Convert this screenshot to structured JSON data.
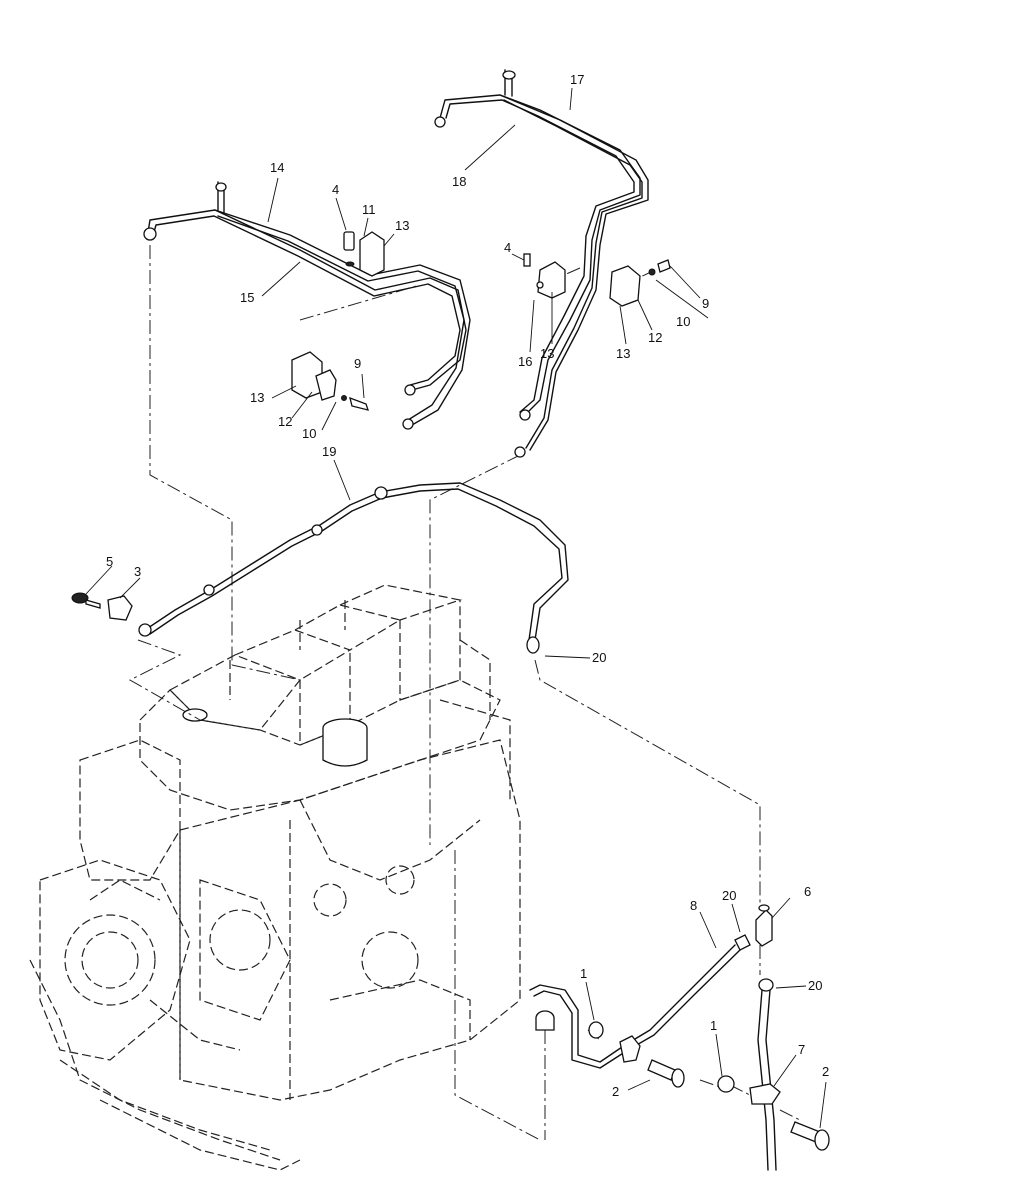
{
  "callouts": [
    {
      "id": "c17",
      "text": "17"
    },
    {
      "id": "c18",
      "text": "18"
    },
    {
      "id": "c14",
      "text": "14"
    },
    {
      "id": "c4a",
      "text": "4"
    },
    {
      "id": "c11",
      "text": "11"
    },
    {
      "id": "c13a",
      "text": "13"
    },
    {
      "id": "c15",
      "text": "15"
    },
    {
      "id": "c4b",
      "text": "4"
    },
    {
      "id": "c9a",
      "text": "9"
    },
    {
      "id": "c10a",
      "text": "10"
    },
    {
      "id": "c12a",
      "text": "12"
    },
    {
      "id": "c13b",
      "text": "13"
    },
    {
      "id": "c16",
      "text": "16"
    },
    {
      "id": "c13c",
      "text": "13"
    },
    {
      "id": "c13d",
      "text": "13"
    },
    {
      "id": "c12b",
      "text": "12"
    },
    {
      "id": "c9b",
      "text": "9"
    },
    {
      "id": "c10b",
      "text": "10"
    },
    {
      "id": "c19",
      "text": "19"
    },
    {
      "id": "c5",
      "text": "5"
    },
    {
      "id": "c3",
      "text": "3"
    },
    {
      "id": "c20a",
      "text": "20"
    },
    {
      "id": "c8",
      "text": "8"
    },
    {
      "id": "c20b",
      "text": "20"
    },
    {
      "id": "c6",
      "text": "6"
    },
    {
      "id": "c20c",
      "text": "20"
    },
    {
      "id": "c1a",
      "text": "1"
    },
    {
      "id": "c1b",
      "text": "1"
    },
    {
      "id": "c7",
      "text": "7"
    },
    {
      "id": "c2a",
      "text": "2"
    },
    {
      "id": "c2b",
      "text": "2"
    }
  ]
}
